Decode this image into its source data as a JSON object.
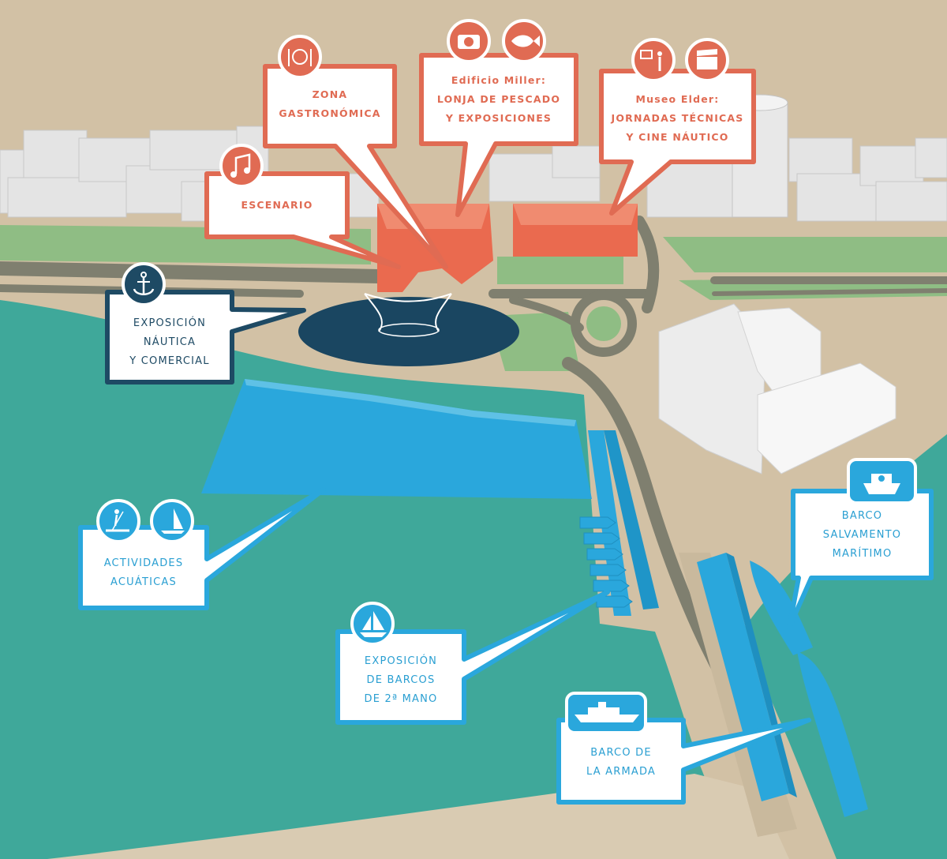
{
  "colors": {
    "sea": "#3fa89a",
    "land": "#d2c1a5",
    "grass": "#8fbd84",
    "road": "#7f7f6f",
    "red_accent": "#e06b53",
    "navy_accent": "#1e4a64",
    "blue_accent": "#2aa7dc"
  },
  "labels": {
    "zona": {
      "icons": [
        "fork-knife-plate-icon"
      ],
      "lines": [
        "ZONA",
        "GASTRONÓMICA"
      ]
    },
    "escenario": {
      "icons": [
        "music-note-icon"
      ],
      "lines": [
        "ESCENARIO"
      ]
    },
    "miller": {
      "icons": [
        "camera-icon",
        "fish-icon"
      ],
      "lines": [
        "Edificio Miller:",
        "LONJA DE PESCADO",
        "Y EXPOSICIONES"
      ]
    },
    "elder": {
      "icons": [
        "presenter-icon",
        "clapperboard-icon"
      ],
      "lines": [
        "Museo Elder:",
        "JORNADAS TÉCNICAS",
        "Y CINE NÁUTICO"
      ]
    },
    "nautica": {
      "icons": [
        "anchor-icon"
      ],
      "lines": [
        "EXPOSICIÓN",
        "NÁUTICA",
        "Y COMERCIAL"
      ]
    },
    "acuaticas": {
      "icons": [
        "paddleboard-icon",
        "windsurf-icon"
      ],
      "lines": [
        "ACTIVIDADES",
        "ACUÁTICAS"
      ]
    },
    "barcos": {
      "icons": [
        "sailboat-icon"
      ],
      "lines": [
        "EXPOSICIÓN",
        "DE BARCOS",
        "DE 2ª MANO"
      ]
    },
    "salvamento": {
      "icons": [
        "rescue-boat-icon"
      ],
      "lines": [
        "BARCO",
        "SALVAMENTO",
        "MARÍTIMO"
      ]
    },
    "armada": {
      "icons": [
        "navy-ship-icon"
      ],
      "lines": [
        "BARCO DE",
        "LA ARMADA"
      ]
    }
  }
}
